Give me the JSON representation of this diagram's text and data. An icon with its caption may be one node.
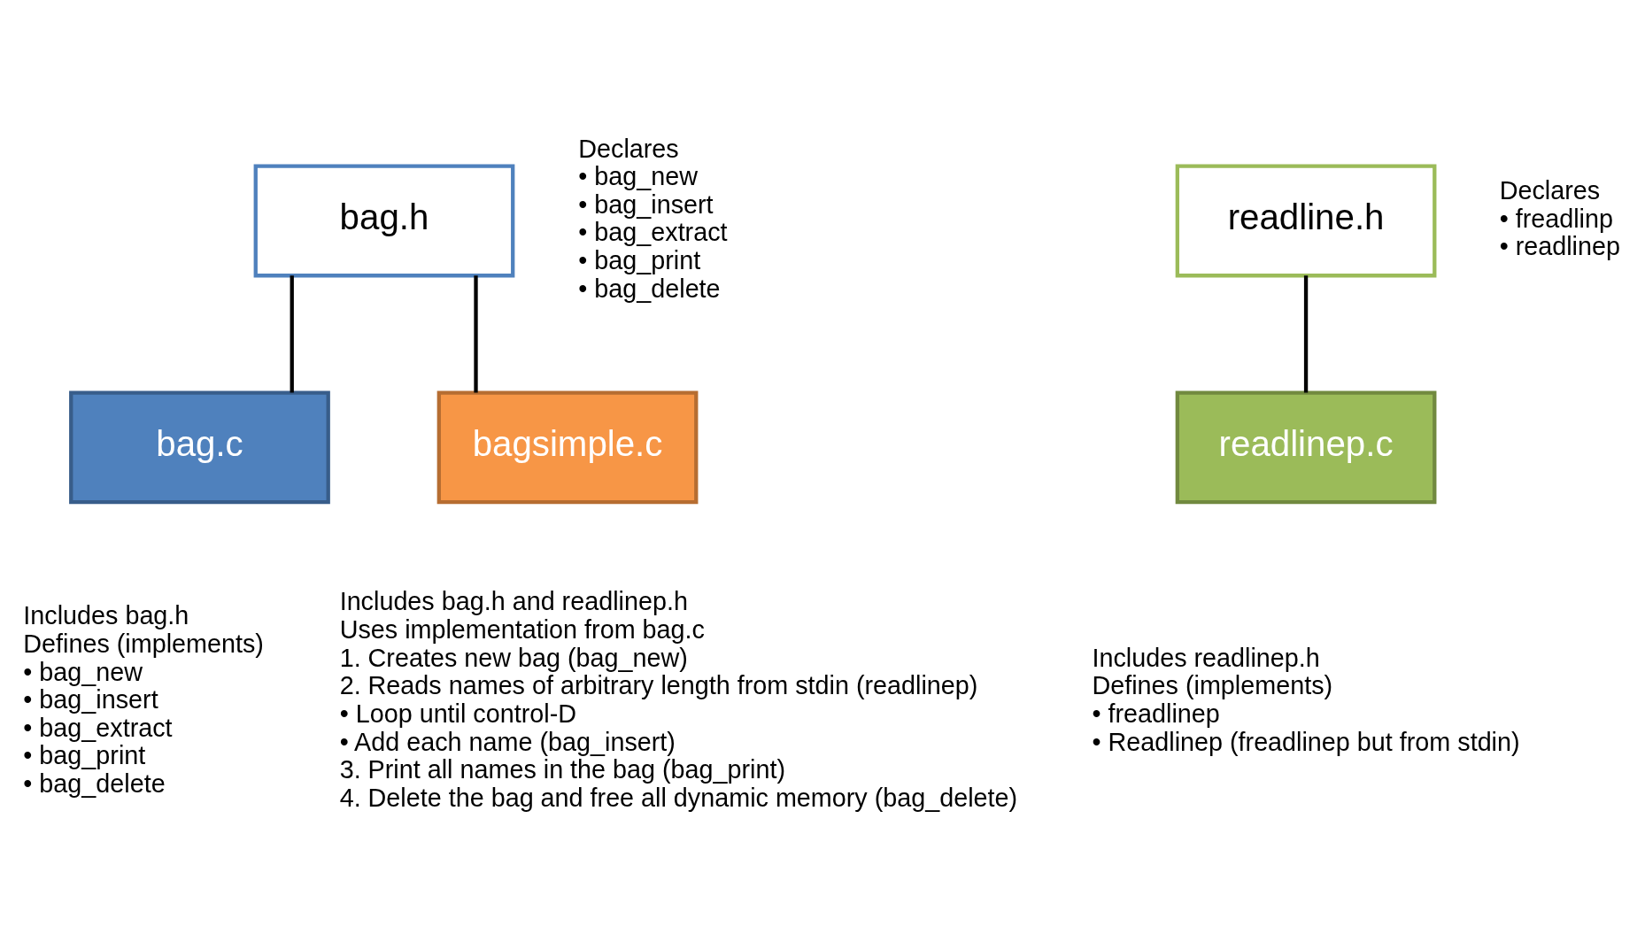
{
  "diagram": {
    "nodes": [
      {
        "text": [
          "bag.h"
        ],
        "beside": [
          "Declares",
          "• bag_new",
          "• bag_insert",
          "• bag_extract",
          "• bag_print",
          "• bag_delete"
        ]
      },
      {
        "text": [
          "bag.c"
        ],
        "beside": [
          "Includes bag.h",
          "Defines (implements)",
          "• bag_new",
          "• bag_insert",
          "• bag_extract",
          "• bag_print",
          "• bag_delete"
        ]
      },
      {
        "text": [
          "bagsimple.c"
        ],
        "beside": [
          "Includes bag.h and readlinep.h",
          "Uses implementation from bag.c",
          "1. Creates new bag (bag_new)",
          "2. Reads names of arbitrary length from stdin (readlinep)",
          "• Loop until control-D",
          "• Add each name (bag_insert)",
          "3. Print all names in the bag (bag_print)",
          "4. Delete the bag and free all dynamic memory (bag_delete)"
        ]
      },
      {
        "text": [
          "readline.h"
        ],
        "beside": [
          "Declares",
          "• freadlinp",
          "• readlinep"
        ]
      },
      {
        "text": [
          "readlinep.c"
        ],
        "beside": [
          "Includes readlinep.h",
          "Defines (implements)",
          "• freadlinep",
          "• Readlinep (freadlinep but from stdin)"
        ]
      }
    ],
    "edges": [
      {
        "from": 0,
        "to": 1,
        "arrow": "none"
      },
      {
        "from": 0,
        "to": 2,
        "arrow": "none"
      },
      {
        "from": 3,
        "to": 4,
        "arrow": "none"
      }
    ]
  }
}
